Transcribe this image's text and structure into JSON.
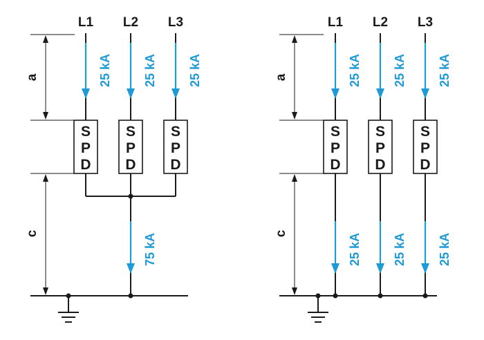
{
  "left": {
    "phases": [
      "L1",
      "L2",
      "L3"
    ],
    "phase_currents": [
      "25 kA",
      "25 kA",
      "25 kA"
    ],
    "spd_letters": [
      "S",
      "P",
      "D"
    ],
    "dimension_a": "a",
    "dimension_c": "c",
    "common_current": "75 kA"
  },
  "right": {
    "phases": [
      "L1",
      "L2",
      "L3"
    ],
    "phase_currents": [
      "25 kA",
      "25 kA",
      "25 kA"
    ],
    "spd_letters": [
      "S",
      "P",
      "D"
    ],
    "dimension_a": "a",
    "dimension_c": "c",
    "lower_currents": [
      "25 kA",
      "25 kA",
      "25 kA"
    ]
  },
  "colors": {
    "line": "#1a1a1a",
    "current": "#1e9ad6"
  }
}
